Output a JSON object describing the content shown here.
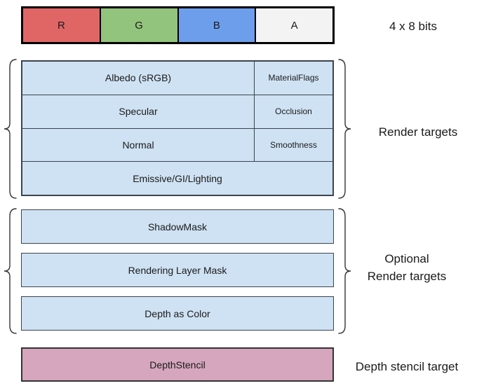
{
  "colors": {
    "channel_r": "#e06666",
    "channel_g": "#93c47d",
    "channel_b": "#6d9eeb",
    "channel_a": "#f3f3f3",
    "target_fill": "#cfe2f3",
    "depth_fill": "#d5a6bd"
  },
  "format_bar": {
    "caption": "4 x 8 bits",
    "channels": [
      {
        "label": "R",
        "color": "#e06666"
      },
      {
        "label": "G",
        "color": "#93c47d"
      },
      {
        "label": "B",
        "color": "#6d9eeb"
      },
      {
        "label": "A",
        "color": "#f3f3f3"
      }
    ]
  },
  "render_targets": {
    "label": "Render targets",
    "rows": [
      {
        "main": "Albedo (sRGB)",
        "alpha": "MaterialFlags"
      },
      {
        "main": "Specular",
        "alpha": "Occlusion"
      },
      {
        "main": "Normal",
        "alpha": "Smoothness"
      },
      {
        "main": "Emissive/GI/Lighting"
      }
    ]
  },
  "optional_targets": {
    "label_line1": "Optional",
    "label_line2": "Render targets",
    "rows": [
      "ShadowMask",
      "Rendering Layer Mask",
      "Depth as Color"
    ]
  },
  "depth_stencil": {
    "box_label": "DepthStencil",
    "caption": "Depth stencil target"
  }
}
